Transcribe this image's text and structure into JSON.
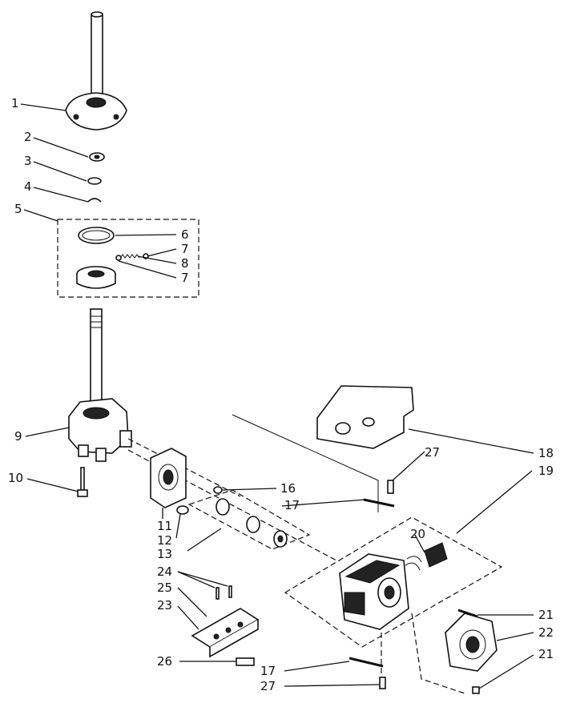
{
  "callouts": [
    {
      "id": "c1",
      "text": "1"
    },
    {
      "id": "c2",
      "text": "2"
    },
    {
      "id": "c3",
      "text": "3"
    },
    {
      "id": "c4",
      "text": "4"
    },
    {
      "id": "c5",
      "text": "5"
    },
    {
      "id": "c6",
      "text": "6"
    },
    {
      "id": "c7a",
      "text": "7"
    },
    {
      "id": "c8",
      "text": "8"
    },
    {
      "id": "c7b",
      "text": "7"
    },
    {
      "id": "c9",
      "text": "9"
    },
    {
      "id": "c10",
      "text": "10"
    },
    {
      "id": "c11",
      "text": "11"
    },
    {
      "id": "c12",
      "text": "12"
    },
    {
      "id": "c13",
      "text": "13"
    },
    {
      "id": "c16",
      "text": "16"
    },
    {
      "id": "c17a",
      "text": "17"
    },
    {
      "id": "c18",
      "text": "18"
    },
    {
      "id": "c19",
      "text": "19"
    },
    {
      "id": "c20",
      "text": "20"
    },
    {
      "id": "c21a",
      "text": "21"
    },
    {
      "id": "c22",
      "text": "22"
    },
    {
      "id": "c21b",
      "text": "21"
    },
    {
      "id": "c24",
      "text": "24"
    },
    {
      "id": "c25",
      "text": "25"
    },
    {
      "id": "c23",
      "text": "23"
    },
    {
      "id": "c26",
      "text": "26"
    },
    {
      "id": "c27a",
      "text": "27"
    },
    {
      "id": "c17b",
      "text": "17"
    },
    {
      "id": "c27b",
      "text": "27"
    }
  ]
}
